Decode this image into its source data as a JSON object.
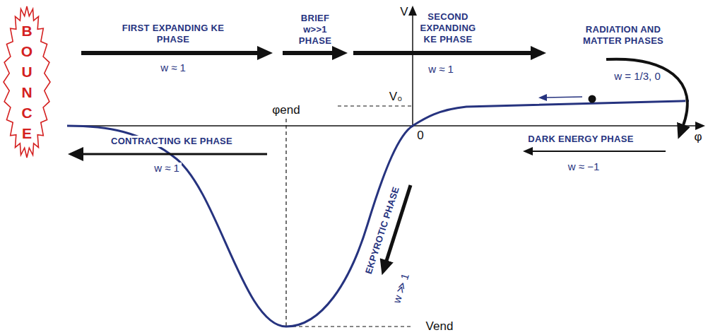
{
  "diagram": {
    "nodes": [
      {
        "text": [
          "BOUNCE"
        ]
      }
    ],
    "labels": [
      "V",
      "FIRST EXPANDING KE PHASE",
      "w ≈ 1",
      "BRIEF w>>1 PHASE",
      "SECOND EXPANDING KE PHASE",
      "w ≈ 1",
      "RADIATION AND MATTER PHASES",
      "w = 1/3, 0",
      "φend",
      "V₀",
      "0",
      "φ",
      "CONTRACTING KE PHASE",
      "w ≈ 1",
      "DARK ENERGY PHASE",
      "w ≈ −1",
      "EKPYROTIC PHASE",
      "w ≫ 1",
      "Vend"
    ]
  }
}
